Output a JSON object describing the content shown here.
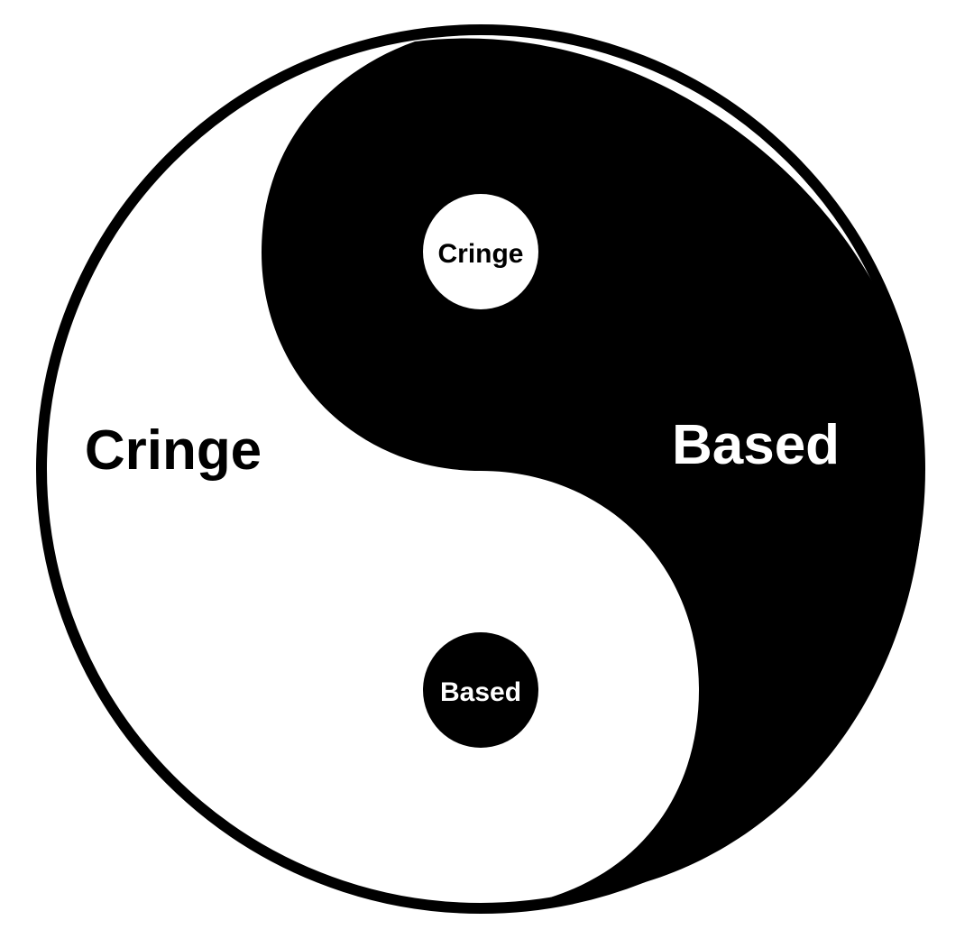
{
  "colors": {
    "yin": "#000000",
    "yang": "#ffffff",
    "background": "#ffffff"
  },
  "labels": {
    "white_side": "Cringe",
    "black_side": "Based",
    "white_dot": "Cringe",
    "black_dot": "Based"
  }
}
